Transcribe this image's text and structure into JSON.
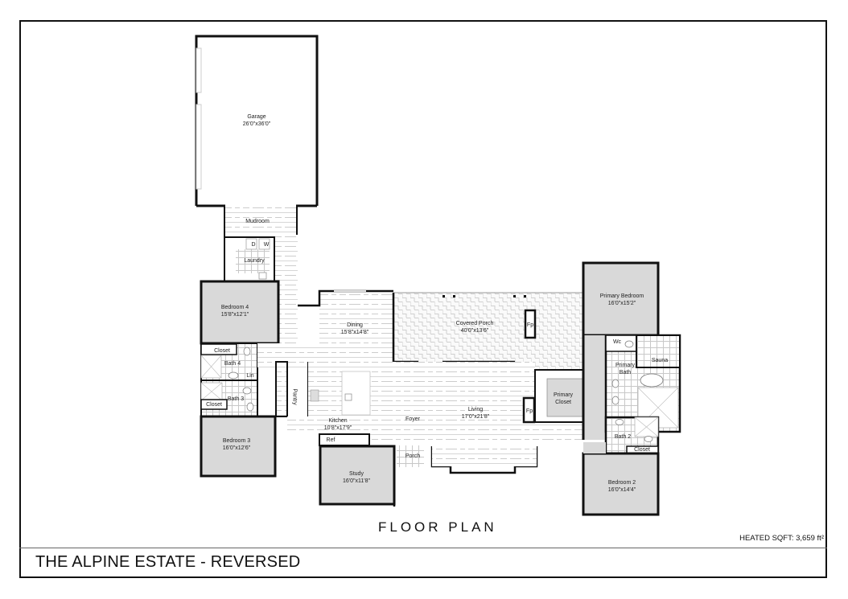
{
  "sheet": {
    "title": "THE ALPINE ESTATE - REVERSED",
    "subtitle": "FLOOR PLAN",
    "heated_sqft": "HEATED SQFT: 3,659 ft²"
  },
  "rooms": {
    "garage": {
      "name": "Garage",
      "dim": "26'0\"x36'0\""
    },
    "mudroom": {
      "name": "Mudroom"
    },
    "laundry": {
      "name": "Laundry",
      "dryer": "D",
      "washer": "W"
    },
    "bedroom4": {
      "name": "Bedroom 4",
      "dim": "15'8\"x12'1\""
    },
    "closet_b4": {
      "name": "Closet"
    },
    "bath4": {
      "name": "Bath 4"
    },
    "linen": {
      "name": "Lin"
    },
    "bath3": {
      "name": "Bath 3"
    },
    "closet_b3": {
      "name": "Closet"
    },
    "bedroom3": {
      "name": "Bedroom 3",
      "dim": "16'0\"x12'6\""
    },
    "pantry": {
      "name": "Pantry"
    },
    "dining": {
      "name": "Dining",
      "dim": "15'8\"x14'8\""
    },
    "covered_porch": {
      "name": "Covered Porch",
      "dim": "40'0\"x13'6\""
    },
    "fireplace_porch": {
      "name": "Fp"
    },
    "kitchen": {
      "name": "Kitchen",
      "dim": "10'8\"x17'9\""
    },
    "ref": {
      "name": "Ref"
    },
    "foyer": {
      "name": "Foyer"
    },
    "living": {
      "name": "Living",
      "dim": "17'0\"x21'8\""
    },
    "fireplace_living": {
      "name": "Fp"
    },
    "study": {
      "name": "Study",
      "dim": "16'0\"x11'8\""
    },
    "porch": {
      "name": "Porch"
    },
    "primary_closet": {
      "name": "Primary\nCloset",
      "line1": "Primary",
      "line2": "Closet"
    },
    "primary_bedroom": {
      "name": "Primary Bedroom",
      "dim": "16'0\"x15'2\""
    },
    "wc": {
      "name": "Wc"
    },
    "sauna": {
      "name": "Sauna"
    },
    "primary_bath": {
      "name": "Primary Bath",
      "line1": "Primary",
      "line2": "Bath"
    },
    "bath2": {
      "name": "Bath 2"
    },
    "closet_b2": {
      "name": "Closet"
    },
    "bedroom2": {
      "name": "Bedroom 2",
      "dim": "16'0\"x14'4\""
    }
  },
  "colors": {
    "wall": "#111111",
    "bedroom_fill": "#d9d9d9",
    "floor_line": "#cfcfcf",
    "tile": "#bdbdbd"
  }
}
